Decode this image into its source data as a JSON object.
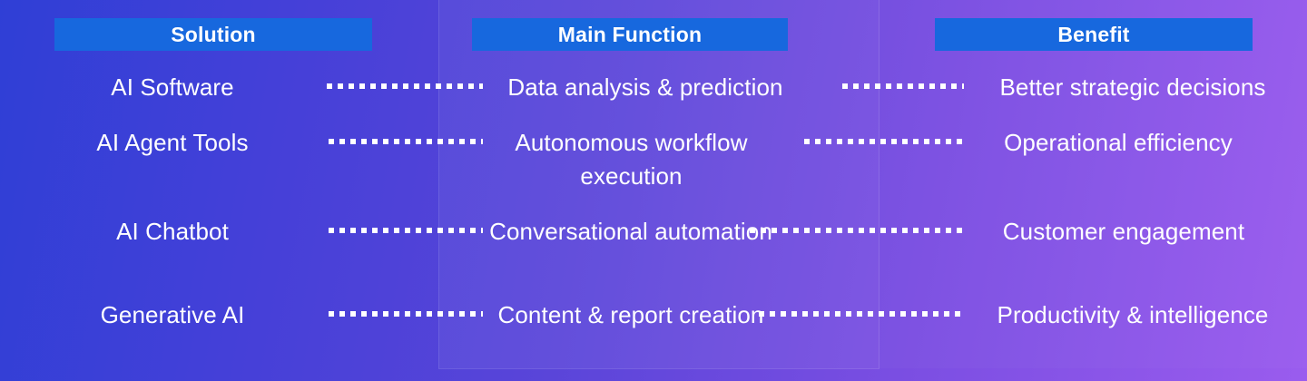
{
  "theme": {
    "gradient_start": "#2f3fd6",
    "gradient_mid": "#5a45d9",
    "gradient_end": "#9a5cee",
    "header_bar": "#1768de",
    "text": "#ffffff",
    "connector": "#ffffff"
  },
  "columns": [
    {
      "id": "solution",
      "header": "Solution",
      "cells": [
        "AI Software",
        "AI Agent Tools",
        "AI Chatbot",
        "Generative AI"
      ]
    },
    {
      "id": "main-function",
      "header": "Main Function",
      "cells": [
        "Data analysis & prediction",
        "Autonomous workflow execution",
        "Conversational automation",
        "Content & report creation"
      ]
    },
    {
      "id": "benefit",
      "header": "Benefit",
      "cells": [
        "Better strategic decisions",
        "Operational efficiency",
        "Customer engagement",
        "Productivity & intelligence"
      ]
    }
  ],
  "connectors": {
    "style": "dotted",
    "left_to_mid": [
      "row-1",
      "row-2",
      "row-3",
      "row-4"
    ],
    "mid_to_right": [
      "row-1",
      "row-2",
      "row-3",
      "row-4"
    ]
  }
}
